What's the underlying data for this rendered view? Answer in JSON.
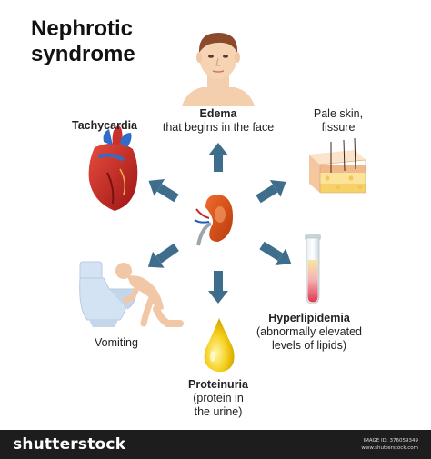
{
  "title": {
    "line1": "Nephrotic",
    "line2": "syndrome"
  },
  "symptoms": {
    "edema": {
      "name": "Edema",
      "detail": "that begins in the face"
    },
    "pale_skin": {
      "line1": "Pale skin,",
      "line2": "fissure"
    },
    "tachycardia": {
      "name": "Tachycardia"
    },
    "hyperlipidemia": {
      "name": "Hyperlipidemia",
      "detail1": "(abnormally elevated",
      "detail2": "levels of lipids)"
    },
    "vomiting": {
      "name": "Vomiting"
    },
    "proteinuria": {
      "name": "Proteinuria",
      "detail1": "(protein in",
      "detail2": "the urine)"
    }
  },
  "colors": {
    "arrow": "#3f6e8c",
    "heart": "#c62828",
    "kidney": "#d84315",
    "drop": "#f2c200",
    "skin": "#f7d7b5",
    "footer": "#1d1d1d"
  },
  "footer": {
    "brand": "shutterstock",
    "meta1": "IMAGE ID: 376059349",
    "meta2": "www.shutterstock.com"
  }
}
